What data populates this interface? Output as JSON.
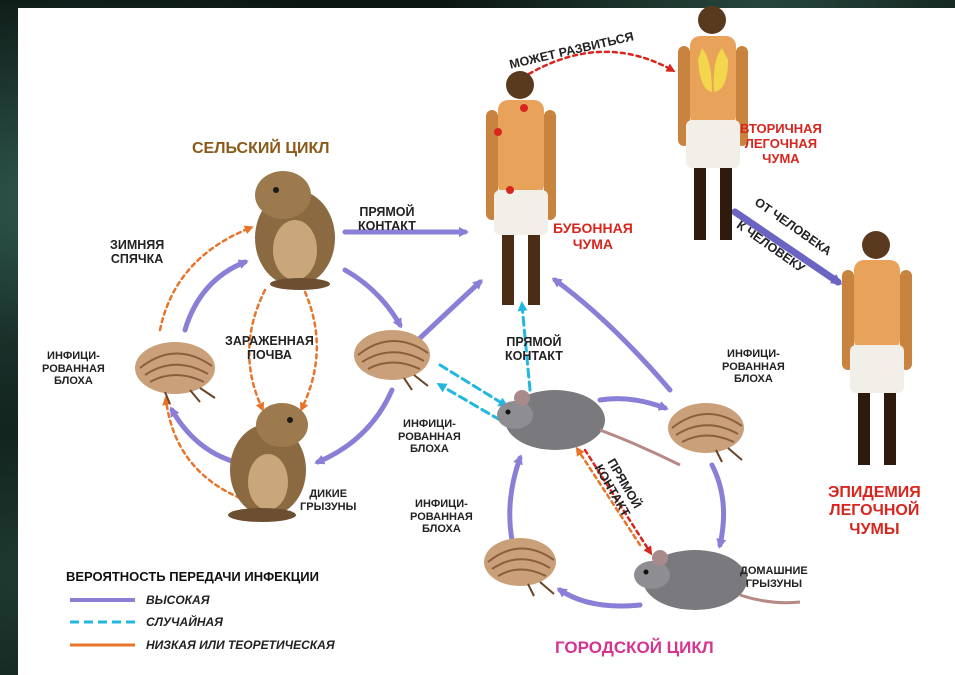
{
  "colors": {
    "high": "#8a7fd6",
    "random": "#22b7e0",
    "low": "#e87428",
    "red": "#d7261e",
    "rural": "#8a5a18",
    "urban": "#d43390"
  },
  "labels": {
    "rural_cycle": "СЕЛЬСКИЙ ЦИКЛ",
    "urban_cycle": "ГОРОДСКОЙ ЦИКЛ",
    "hibernation": "ЗИМНЯЯ\nСПЯЧКА",
    "infected_soil": "ЗАРАЖЕННАЯ\nПОЧВА",
    "flea_left": "ИНФИЦИ-\nРОВАННАЯ\nБЛОХА",
    "flea_center": "ИНФИЦИ-\nРОВАННАЯ\nБЛОХА",
    "flea_right": "ИНФИЦИ-\nРОВАННАЯ\nБЛОХА",
    "flea_bottom": "ИНФИЦИ-\nРОВАННАЯ\nБЛОХА",
    "wild_rodents": "ДИКИЕ\nГРЫЗУНЫ",
    "domestic_rodents": "ДОМАШНИЕ\nГРЫЗУНЫ",
    "direct_contact_top": "ПРЯМОЙ\nКОНТАКТ",
    "direct_contact_mid": "ПРЯМОЙ\nКОНТАКТ",
    "direct_contact_diag": "ПРЯМОЙ\nКОНТАКТ",
    "may_develop": "МОЖЕТ РАЗВИТЬСЯ",
    "bubonic": "БУБОННАЯ\nЧУМА",
    "secondary": "ВТОРИЧНАЯ\nЛЕГОЧНАЯ\nЧУМА",
    "epidemic": "ЭПИДЕМИЯ\nЛЕГОЧНОЙ\nЧУМЫ",
    "h2h_1": "ОТ ЧЕЛОВЕКА",
    "h2h_2": "К ЧЕЛОВЕКУ"
  },
  "legend": {
    "title": "ВЕРОЯТНОСТЬ ПЕРЕДАЧИ ИНФЕКЦИИ",
    "items": [
      {
        "label": "ВЫСОКАЯ",
        "style": "solid",
        "color": "#8a7fd6"
      },
      {
        "label": "СЛУЧАЙНАЯ",
        "style": "dashed",
        "color": "#22b7e0"
      },
      {
        "label": "НИЗКАЯ ИЛИ ТЕОРЕТИЧЕСКАЯ",
        "style": "solid",
        "color": "#e87428"
      }
    ]
  }
}
